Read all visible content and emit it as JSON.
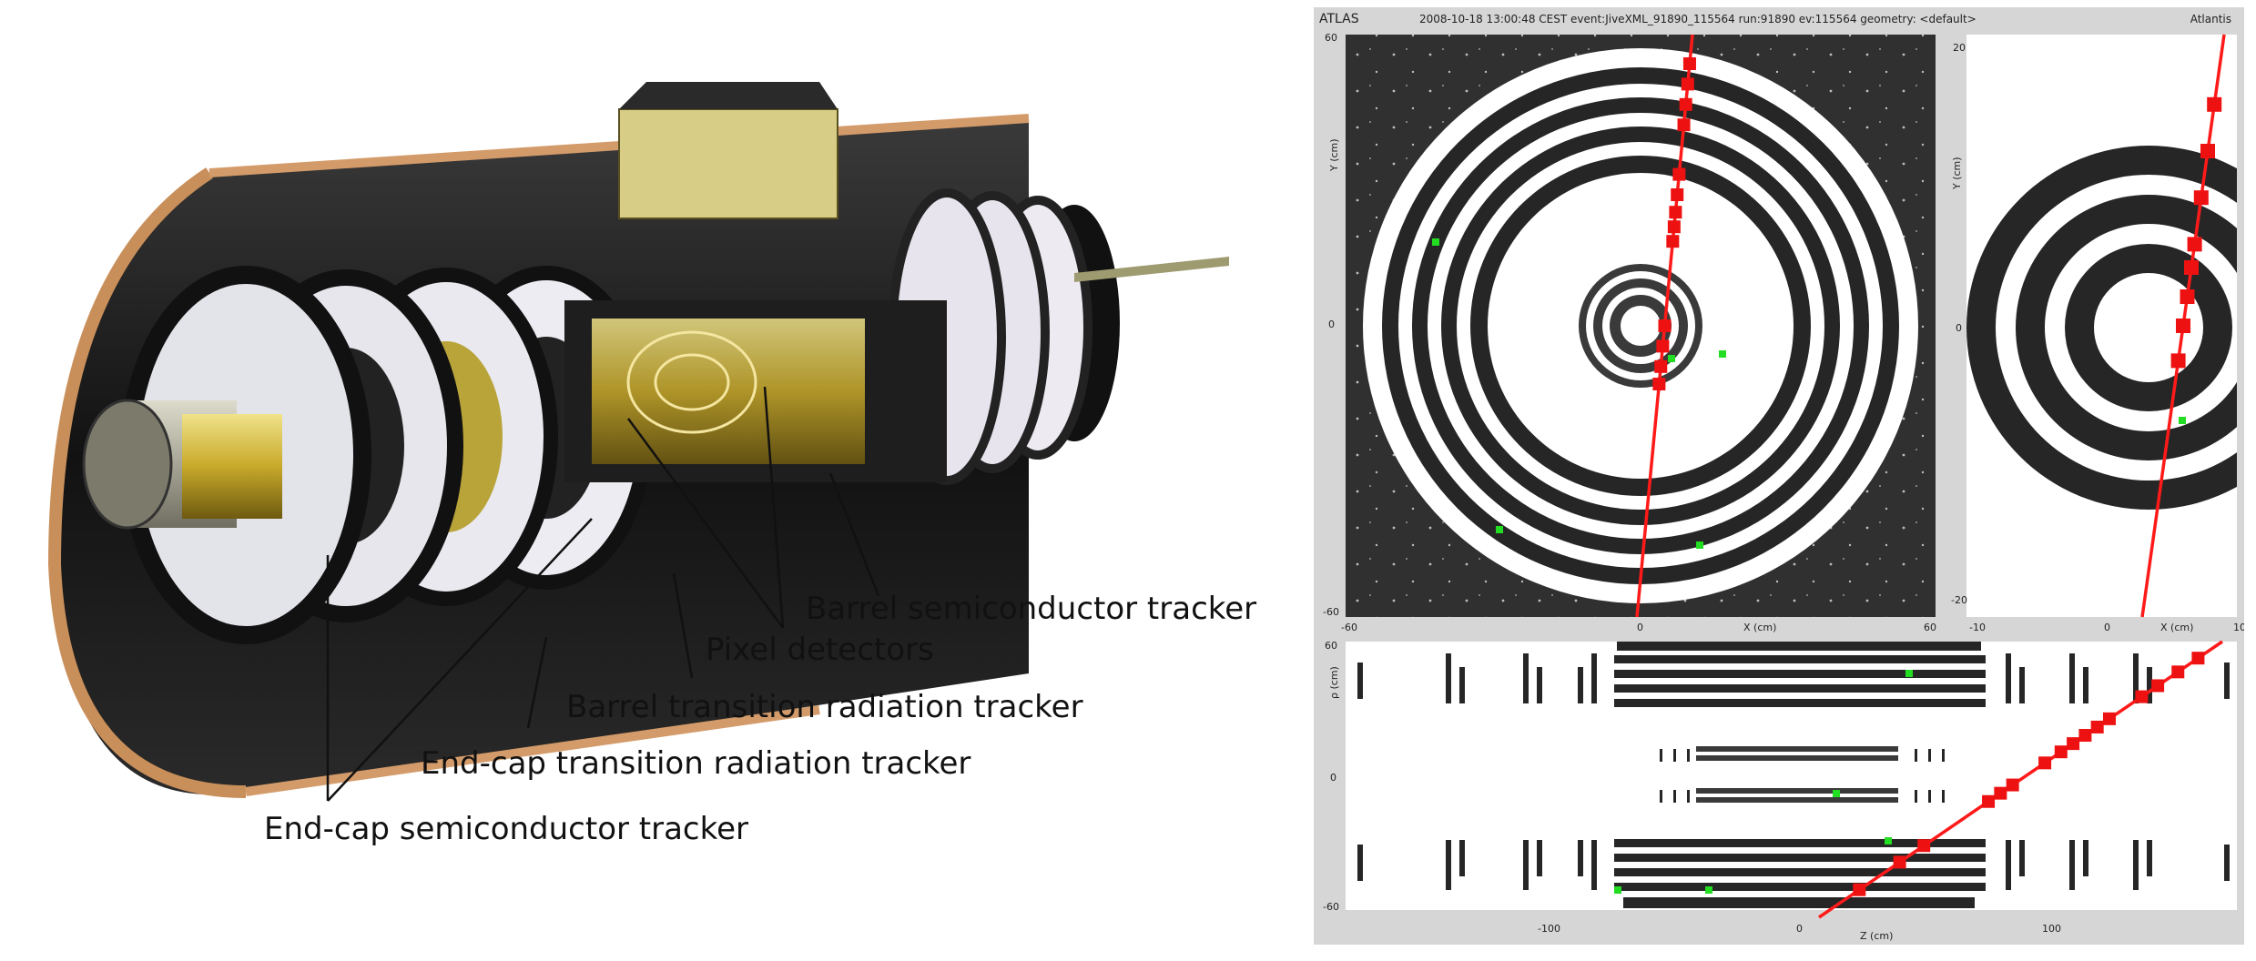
{
  "cutaway": {
    "labels": {
      "barrel_sct": "Barrel semiconductor tracker",
      "pixel": "Pixel detectors",
      "barrel_trt": "Barrel transition radiation tracker",
      "endcap_trt": "End-cap transition radiation tracker",
      "endcap_sct": "End-cap semiconductor tracker"
    }
  },
  "event_display": {
    "header_left": "ATLAS",
    "header_center": "2008-10-18 13:00:48 CEST event:JiveXML_91890_115564 run:91890 ev:115564 geometry: <default>",
    "header_right": "Atlantis",
    "xy_view": {
      "ylabel": "Y (cm)",
      "xlabel": "X (cm)",
      "yticks": [
        "60",
        "0",
        "-60"
      ],
      "xticks": [
        "-60",
        "0",
        "60"
      ]
    },
    "zoom_view": {
      "ylabel": "Y (cm)",
      "xlabel": "X (cm)",
      "yticks": [
        "20",
        "0",
        "-20"
      ],
      "xticks": [
        "-10",
        "0",
        "10"
      ]
    },
    "rz_view": {
      "ylabel": "ρ (cm)",
      "xlabel": "Z (cm)",
      "yticks": [
        "60",
        "0",
        "-60"
      ],
      "xticks": [
        "-100",
        "0",
        "100"
      ]
    },
    "colors": {
      "track": "#ff1a1a",
      "hit": "#ee1111",
      "noise": "#22dd22",
      "detector": "#2b2b2b",
      "frame": "#d6d6d6"
    }
  }
}
